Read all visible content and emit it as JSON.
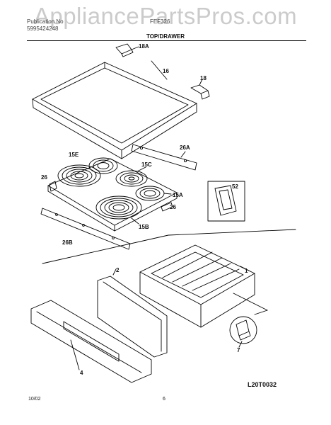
{
  "watermark": "AppliancePartsPros.com",
  "header": {
    "left_line1": "Publication No",
    "left_line2": "5995424248",
    "mid": "FEF326"
  },
  "section_title": "TOP/DRAWER",
  "callouts": {
    "p18A": "18A",
    "p16": "16",
    "p18": "18",
    "p26A": "26A",
    "p15E": "15E",
    "p15C": "15C",
    "p52": "52",
    "p26_left": "26",
    "p15A": "15A",
    "p26_right": "26",
    "p15B": "15B",
    "p26B": "26B",
    "p1": "1",
    "p2": "2",
    "p7": "7",
    "p4": "4"
  },
  "diagram_code": "L20T0032",
  "footer": {
    "date": "10/02",
    "page": "6"
  }
}
